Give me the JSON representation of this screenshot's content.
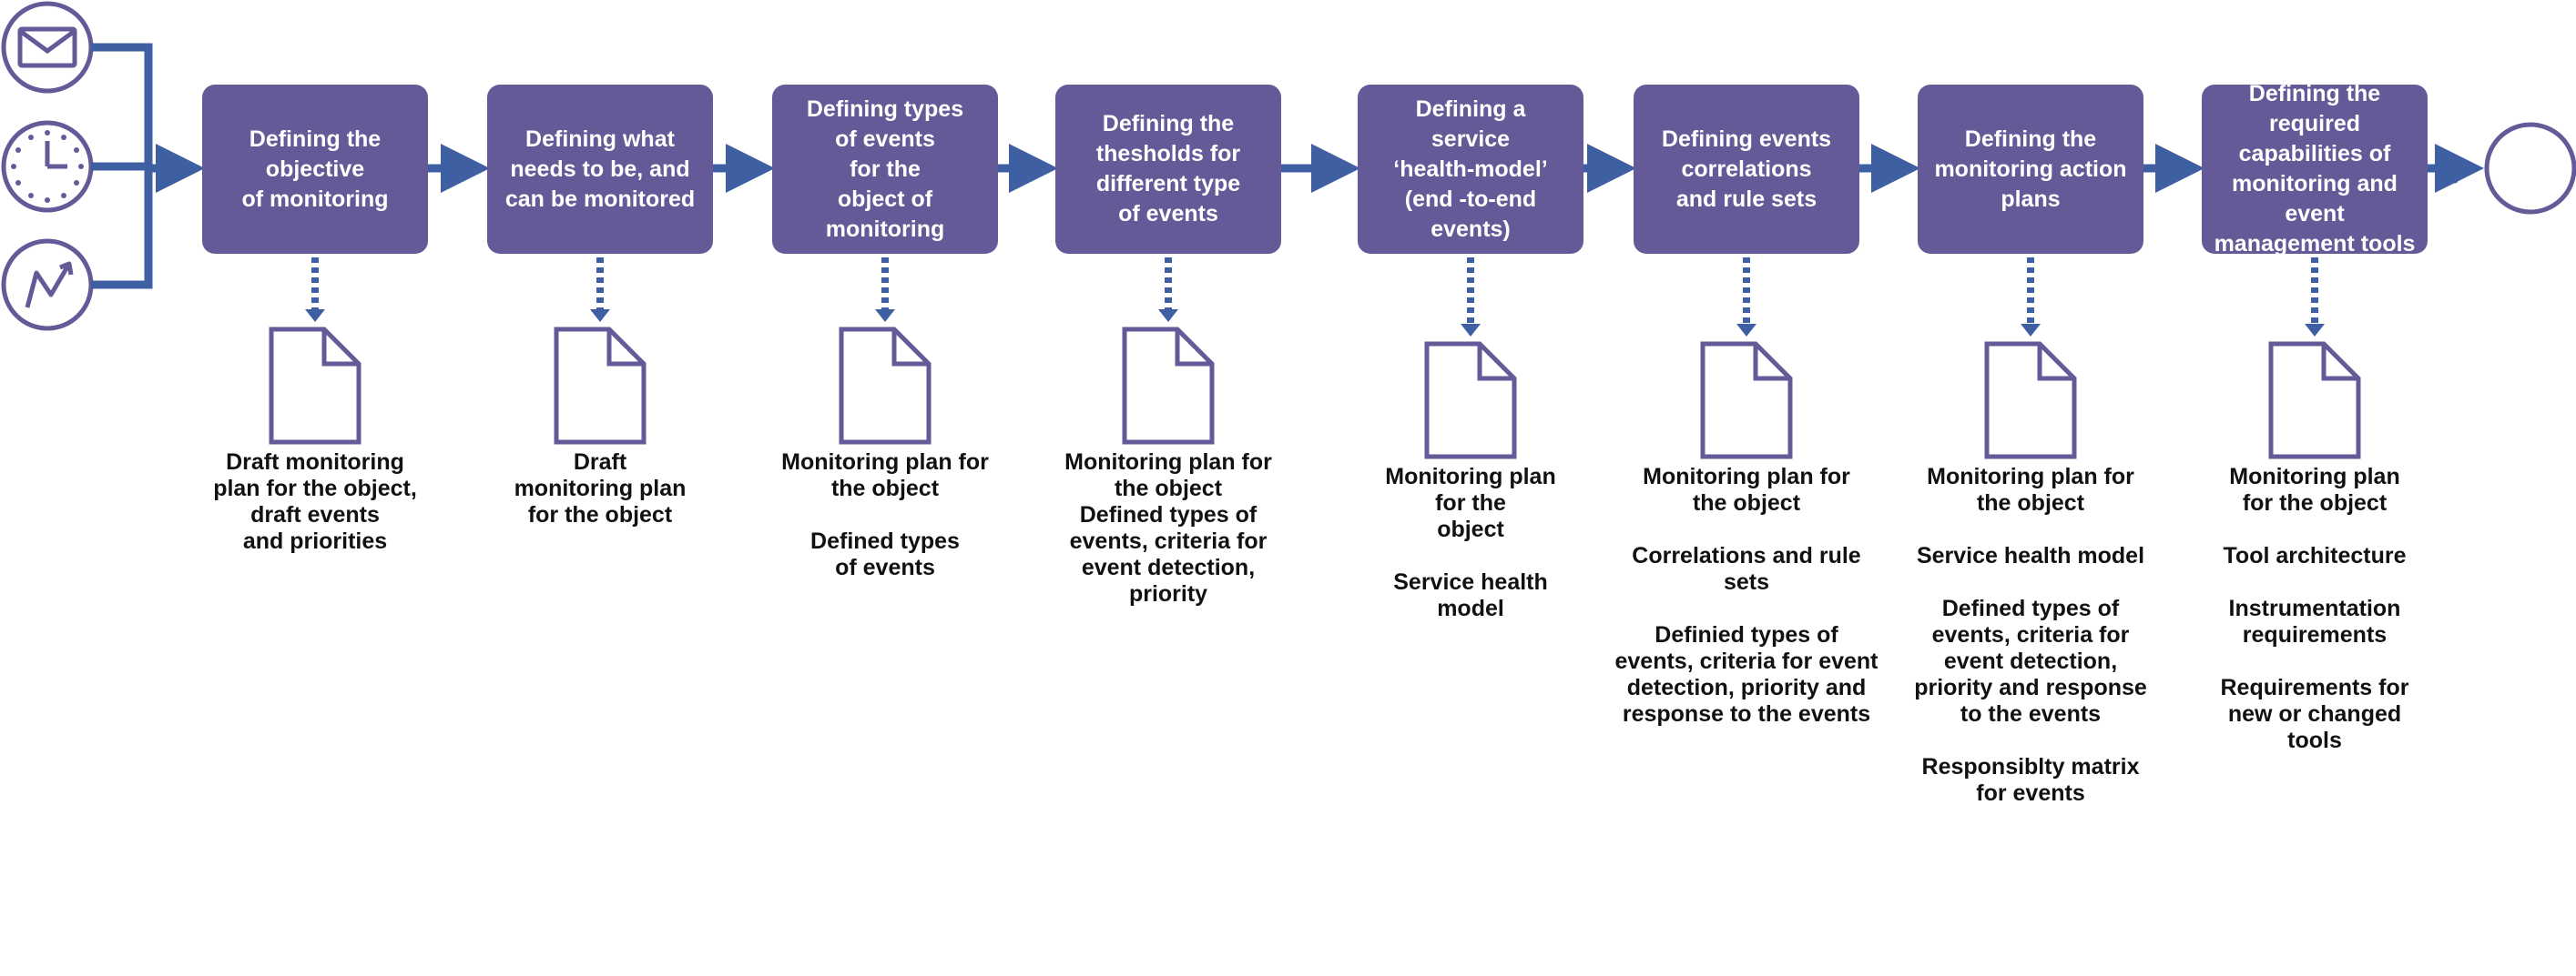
{
  "colors": {
    "box": "#635a97",
    "arrow": "#3f5fa3",
    "icon": "#635a97",
    "text": "#111111"
  },
  "triggers": [
    {
      "icon": "envelope-icon"
    },
    {
      "icon": "clock-icon"
    },
    {
      "icon": "lightning-icon"
    }
  ],
  "end_icon": "end-circle-icon",
  "steps": [
    {
      "label": "Defining the\nobjective\nof monitoring",
      "outputs": [
        {
          "text": "Draft monitoring\nplan for the object,\ndraft events\nand priorities"
        }
      ]
    },
    {
      "label": "Defining what\nneeds to be, and\ncan be monitored",
      "outputs": [
        {
          "text": "Draft\nmonitoring plan\nfor the object"
        }
      ]
    },
    {
      "label": "Defining types\nof events\nfor the\nobject of\nmonitoring",
      "outputs": [
        {
          "text": "Monitoring plan for\nthe object"
        },
        {
          "text": "Defined types\nof events"
        }
      ]
    },
    {
      "label": "Defining the\nthesholds for\ndifferent type\nof events",
      "outputs": [
        {
          "text": "Monitoring plan for\nthe object"
        },
        {
          "text": "Defined types of\nevents, criteria for\nevent detection,\npriority"
        }
      ]
    },
    {
      "label": "Defining a\nservice\n‘health-model’\n(end -to-end\nevents)",
      "outputs": [
        {
          "text": "Monitoring plan\nfor the\nobject"
        },
        {
          "text": "Service health\nmodel"
        }
      ]
    },
    {
      "label": "Defining events\ncorrelations\nand rule sets",
      "outputs": [
        {
          "text": "Monitoring plan for\nthe object"
        },
        {
          "text": "Correlations and rule sets"
        },
        {
          "text": "Definied types of\nevents, criteria for event\ndetection, priority and\nresponse to the events"
        }
      ]
    },
    {
      "label": "Defining the\nmonitoring action\nplans",
      "outputs": [
        {
          "text": "Monitoring plan for\nthe object"
        },
        {
          "text": "Service health model"
        },
        {
          "text": "Defined types of\nevents, criteria for\nevent detection,\npriority and response\nto the events"
        },
        {
          "text": "Responsiblty matrix\nfor events"
        }
      ]
    },
    {
      "label": "Defining the\nrequired\ncapabilities of\nmonitoring and event\nmanagement tools",
      "outputs": [
        {
          "text": "Monitoring plan\nfor the object"
        },
        {
          "text": "Tool architecture"
        },
        {
          "text": "Instrumentation\nrequirements"
        },
        {
          "text": "Requirements for\nnew or changed\ntools"
        }
      ]
    }
  ]
}
